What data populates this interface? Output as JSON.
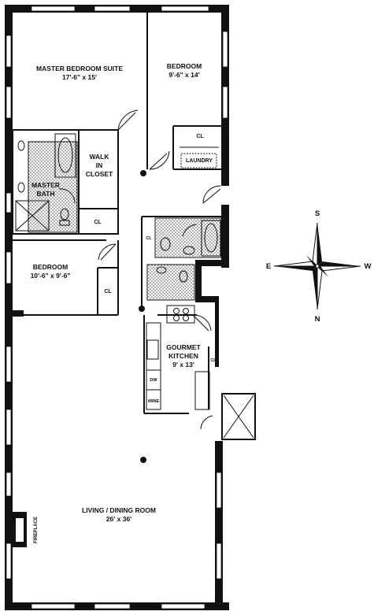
{
  "rooms": {
    "master_bedroom": {
      "name": "MASTER BEDROOM SUITE",
      "dims": "17'-6\" x 15'"
    },
    "bedroom_1": {
      "name": "BEDROOM",
      "dims": "9'-6\" x 14'"
    },
    "bedroom_2": {
      "name": "BEDROOM",
      "dims": "10'-6\" x 9'-6\""
    },
    "walk_in_closet": {
      "line1": "WALK",
      "line2": "IN",
      "line3": "CLOSET"
    },
    "master_bath": {
      "line1": "MASTER",
      "line2": "BATH"
    },
    "kitchen": {
      "line1": "GOURMET",
      "line2": "KITCHEN",
      "dims": "9' x 13'"
    },
    "living": {
      "name": "LIVING / DINING ROOM",
      "dims": "26' x 36'"
    }
  },
  "labels": {
    "cl": "CL",
    "laundry": "LAUNDRY",
    "dw": "DW",
    "wine": "WINE",
    "fireplace": "FIREPLACE"
  },
  "compass": {
    "north": "N",
    "south": "S",
    "east": "E",
    "west": "W"
  }
}
